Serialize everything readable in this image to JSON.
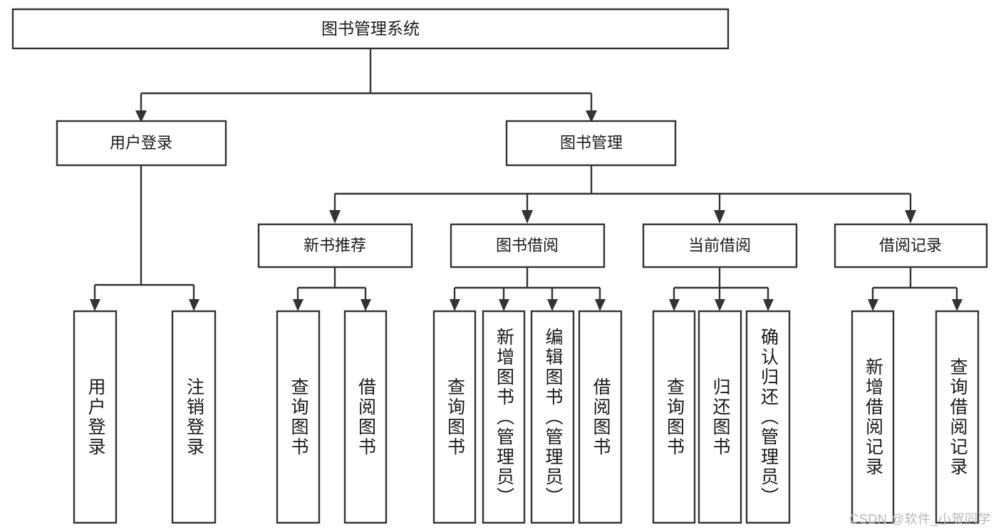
{
  "diagram": {
    "type": "tree",
    "title": "图书管理系统",
    "orientation": "top-down",
    "root": {
      "id": "root",
      "label": "图书管理系统"
    },
    "level1": [
      {
        "id": "user-login",
        "label": "用户登录"
      },
      {
        "id": "book-manage",
        "label": "图书管理"
      }
    ],
    "level2": [
      {
        "id": "new-book-rec",
        "label": "新书推荐",
        "parent": "book-manage"
      },
      {
        "id": "book-borrow",
        "label": "图书借阅",
        "parent": "book-manage"
      },
      {
        "id": "current-borrow",
        "label": "当前借阅",
        "parent": "book-manage"
      },
      {
        "id": "borrow-record",
        "label": "借阅记录",
        "parent": "book-manage"
      }
    ],
    "leaves": {
      "user-login": [
        {
          "id": "leaf-user-login",
          "label": "用户登录"
        },
        {
          "id": "leaf-user-logout",
          "label": "注销登录"
        }
      ],
      "new-book-rec": [
        {
          "id": "leaf-query-book-1",
          "label": "查询图书"
        },
        {
          "id": "leaf-borrow-book-1",
          "label": "借阅图书"
        }
      ],
      "book-borrow": [
        {
          "id": "leaf-query-book-2",
          "label": "查询图书"
        },
        {
          "id": "leaf-add-book",
          "label": "新增图书（管理员）"
        },
        {
          "id": "leaf-edit-book",
          "label": "编辑图书（管理员）"
        },
        {
          "id": "leaf-borrow-book-2",
          "label": "借阅图书"
        }
      ],
      "current-borrow": [
        {
          "id": "leaf-query-book-3",
          "label": "查询图书"
        },
        {
          "id": "leaf-return-book",
          "label": "归还图书"
        },
        {
          "id": "leaf-confirm-return",
          "label": "确认归还（管理员）"
        }
      ],
      "borrow-record": [
        {
          "id": "leaf-add-record",
          "label": "新增借阅记录"
        },
        {
          "id": "leaf-query-record",
          "label": "查询借阅记录"
        }
      ]
    }
  },
  "watermark": {
    "text": "CSDN @软件_小贺同学"
  },
  "colors": {
    "stroke": "#333333",
    "box_fill": "#ffffff",
    "text": "#1a1a1a",
    "watermark": "#b8b8b8",
    "background": "#ffffff"
  }
}
